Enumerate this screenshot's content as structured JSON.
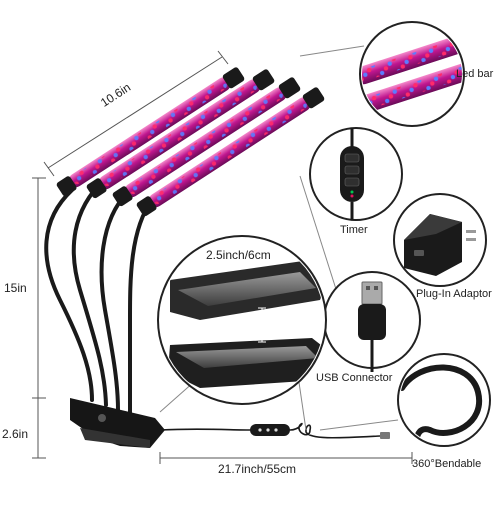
{
  "dimensions": {
    "bar_length": "10.6in",
    "gooseneck_height": "15in",
    "clip_height": "2.6in",
    "clip_opening": "2.5inch/6cm",
    "cable_length": "21.7inch/55cm"
  },
  "callouts": {
    "led_bar": "Led bar",
    "timer": "Timer",
    "adaptor": "Plug-In Adaptor",
    "usb": "USB Connector",
    "bendable": "360°Bendable"
  },
  "colors": {
    "led_red": "#e0155e",
    "led_blue": "#4b63e6",
    "led_tube": "#b0148a",
    "metal": "#222222",
    "accent_green": "#00c853"
  },
  "icons": [
    "led-bar-icon",
    "timer-controller-icon",
    "power-adaptor-icon",
    "usb-plug-icon",
    "clip-icon",
    "gooseneck-icon"
  ]
}
